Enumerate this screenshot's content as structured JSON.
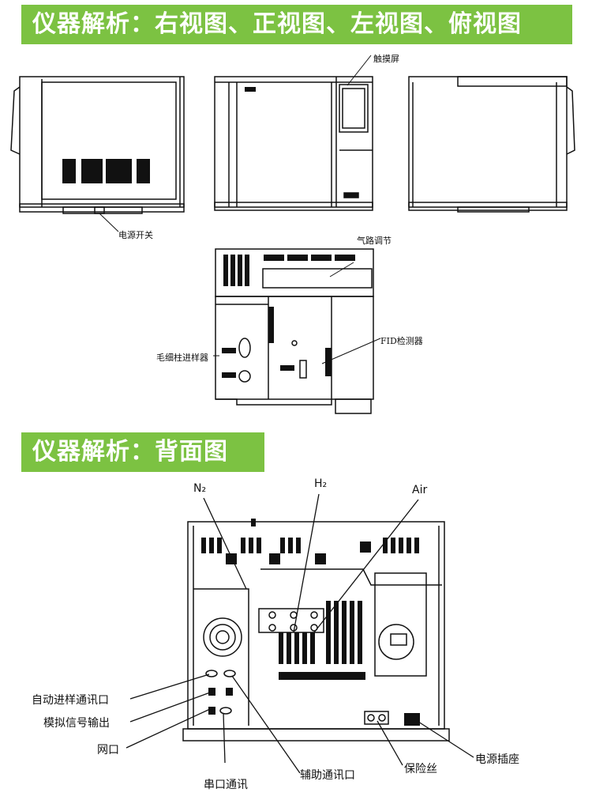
{
  "banners": {
    "top": "仪器解析：右视图、正视图、左视图、俯视图",
    "back": "仪器解析：背面图"
  },
  "views_labels": {
    "touchscreen": "触摸屏",
    "power_switch": "电源开关",
    "gas_regulation": "气路调节",
    "fid_detector": "FID检测器",
    "capillary_injector": "毛细柱进样器"
  },
  "back_labels": {
    "n2": "N₂",
    "h2": "H₂",
    "air": "Air",
    "auto_sampler_port": "自动进样通讯口",
    "analog_output": "模拟信号输出",
    "network_port": "网口",
    "serial_port": "串口通讯",
    "aux_port": "辅助通讯口",
    "fuse": "保险丝",
    "power_socket": "电源插座"
  }
}
